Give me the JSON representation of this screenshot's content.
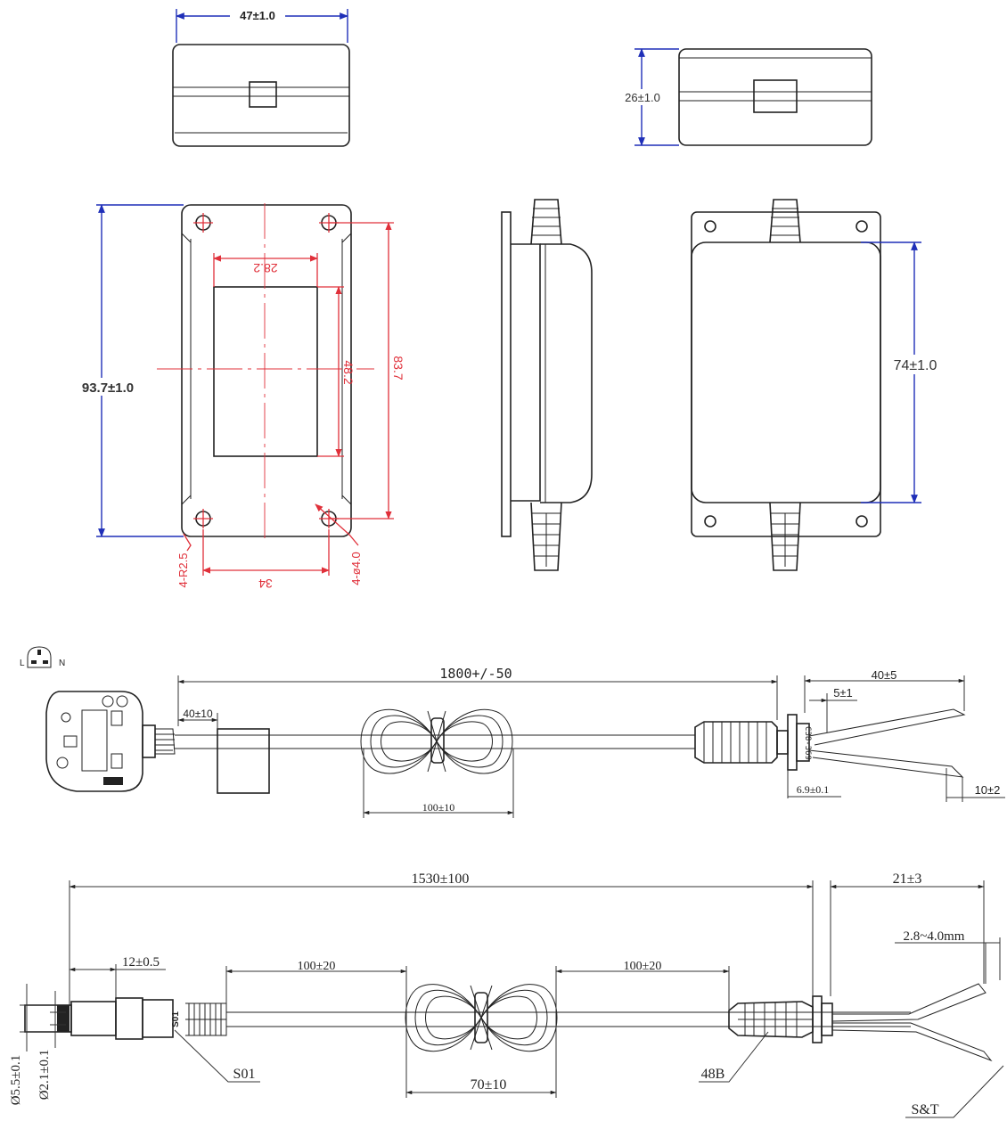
{
  "colors": {
    "outline": "#222222",
    "dimension_blue": "#1f2fb8",
    "dimension_red": "#e0303a",
    "background": "#ffffff"
  },
  "top_views": {
    "width_label": "47±1.0",
    "height_label": "26±1.0"
  },
  "front_view": {
    "height_label": "93.7±1.0",
    "window_width_label": "28.2",
    "window_height_label": "48.2",
    "hole_pitch_vertical_label": "83.7",
    "hole_pitch_horizontal_label": "34",
    "corner_radius_label": "4-R2.5",
    "hole_diameter_label": "4-ø4.0"
  },
  "back_view": {
    "body_height_label": "74±1.0"
  },
  "ac_cable": {
    "plug_pin_labels": {
      "left": "L",
      "right": "N"
    },
    "total_length_label": "1800+/-50",
    "plug_offset_label": "40±10",
    "coil_label": "100±10",
    "lead_length_label": "40±5",
    "strip_label": "5±1",
    "bushing_label": "6.9±0.1",
    "tip_label": "10±2",
    "bushing_marking": "C38-369"
  },
  "dc_cable": {
    "total_length_label": "1530±100",
    "lead_length_label": "21±3",
    "strip_label": "2.8~4.0mm",
    "plug_length_label": "12±0.5",
    "segment_left_label": "100±20",
    "segment_right_label": "100±20",
    "coil_label": "70±10",
    "outer_diameter_label": "Ø5.5±0.1",
    "inner_diameter_label": "Ø2.1±0.1",
    "plug_callout": "S01",
    "plug_marking": "S01",
    "strain_relief_callout": "48B",
    "leads_callout": "S&T"
  }
}
